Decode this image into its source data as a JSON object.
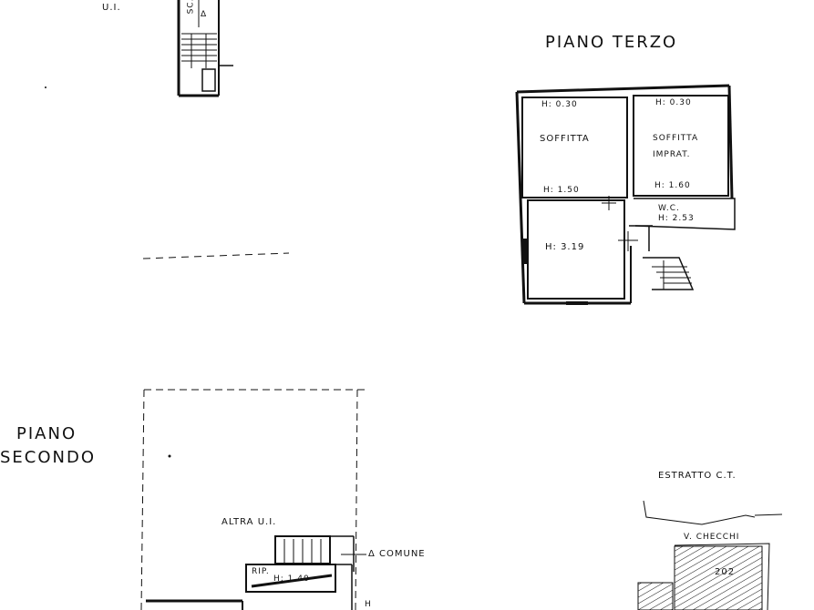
{
  "plan": {
    "top_left_unit_label": "U.I.",
    "top_stair_label": "SC.",
    "top_stair_arrow": "Δ",
    "third_floor": {
      "title": "PIANO TERZO",
      "rooms": [
        {
          "height_top": "H: 0.30",
          "name": "SOFFITTA",
          "height_bottom": "H: 1.50"
        },
        {
          "height_top": "H: 0.30",
          "name_line1": "SOFFITTA",
          "name_line2": "IMPRAT.",
          "height_bottom": "H: 1.60"
        },
        {
          "name": "W.C.",
          "height": "H: 2.53"
        },
        {
          "height": "H: 3.19"
        }
      ]
    },
    "second_floor": {
      "title_line1": "PIANO",
      "title_line2": "SECONDO",
      "other_unit": "ALTRA U.I.",
      "common": "Δ COMUNE",
      "rip": "RIP.",
      "rip_height": "H: 1.40",
      "letter_h": "H"
    },
    "cadastral_extract": {
      "title": "ESTRATTO C.T.",
      "street": "V. CHECCHI",
      "parcel": "202"
    }
  },
  "colors": {
    "ink": "#111111",
    "background": "#ffffff"
  }
}
